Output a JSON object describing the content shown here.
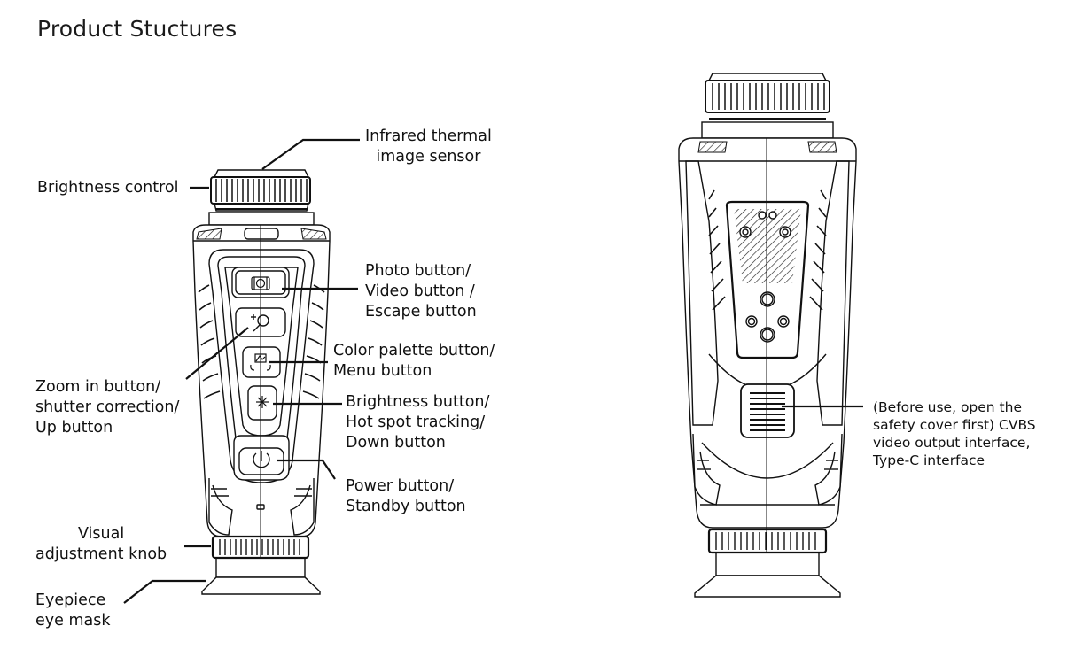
{
  "page": {
    "title": "Product Stuctures"
  },
  "front_view": {
    "labels": {
      "sensor": [
        "Infrared thermal",
        "image sensor"
      ],
      "brightness_control": [
        "Brightness control"
      ],
      "photo_button": [
        "Photo button/",
        "Video button /",
        "Escape button"
      ],
      "color_palette_button": [
        "Color palette button/",
        "Menu button"
      ],
      "zoom_button": [
        "Zoom in button/",
        "shutter correction/",
        "Up button"
      ],
      "brightness_button": [
        "Brightness button/",
        "Hot spot tracking/",
        "Down button"
      ],
      "power_button": [
        "Power button/",
        "Standby button"
      ],
      "visual_knob": [
        "Visual",
        "adjustment knob"
      ],
      "eyepiece": [
        "Eyepiece",
        "eye mask"
      ]
    },
    "icons": [
      "camera-icon",
      "zoom-in-icon",
      "palette-icon",
      "brightness-icon",
      "power-icon"
    ]
  },
  "back_view": {
    "labels": {
      "interface": [
        "(Before use, open the",
        "safety cover first) CVBS",
        "video output interface,",
        "Type-C interface"
      ]
    }
  },
  "colors": {
    "line": "#111111",
    "text": "#111111",
    "background": "#ffffff"
  }
}
